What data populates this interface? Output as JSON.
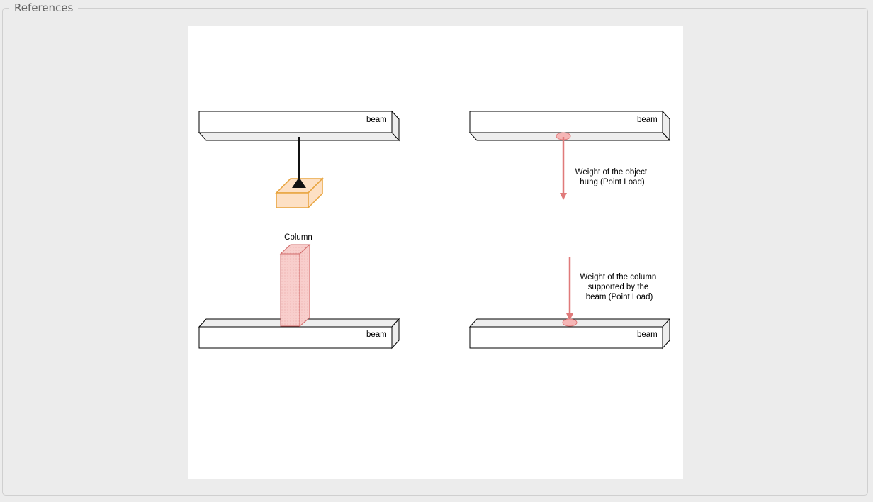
{
  "panel": {
    "legend": "References"
  },
  "figure": {
    "beam_label": "beam",
    "column_label": "Column",
    "point_load_hung": [
      "Weight of the object",
      "hung (Point Load)"
    ],
    "point_load_column": [
      "Weight of the column",
      "supported by the",
      "beam (Point Load)"
    ],
    "colors": {
      "load_arrow": "#e07a7a",
      "column_fill": "#f8cecc",
      "column_stroke": "#d06868",
      "box_fill": "#fde0c4",
      "box_stroke": "#e8a33c",
      "beam_fill": "#ffffff",
      "beam_top": "#eeeeee"
    }
  }
}
